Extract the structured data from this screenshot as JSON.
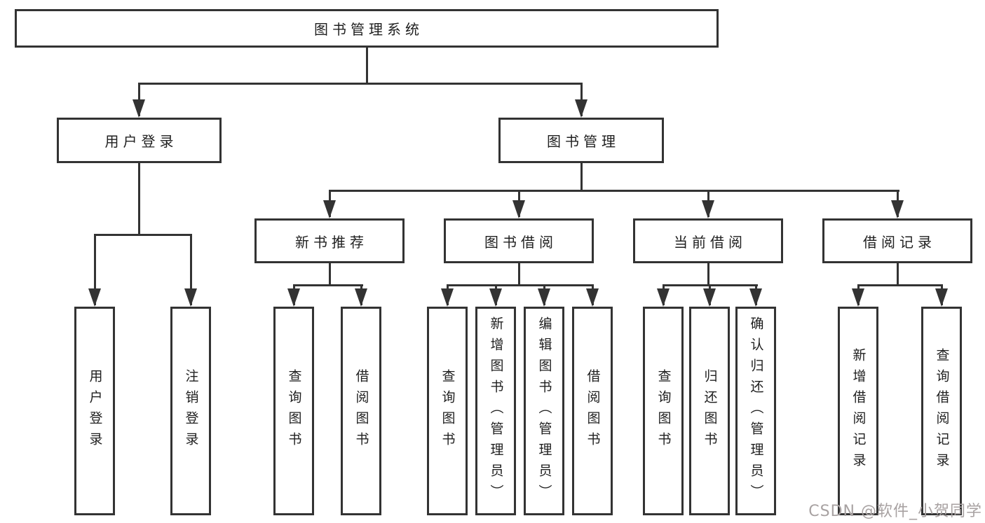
{
  "diagram_type": "hierarchy-tree",
  "tree": {
    "label": "图书管理系统",
    "children": [
      {
        "label": "用户登录",
        "children": [
          {
            "label": "用户登录"
          },
          {
            "label": "注销登录"
          }
        ]
      },
      {
        "label": "图书管理",
        "children": [
          {
            "label": "新书推荐",
            "children": [
              {
                "label": "查询图书"
              },
              {
                "label": "借阅图书"
              }
            ]
          },
          {
            "label": "图书借阅",
            "children": [
              {
                "label": "查询图书"
              },
              {
                "label": "新增图书（管理员）"
              },
              {
                "label": "编辑图书（管理员）"
              },
              {
                "label": "借阅图书"
              }
            ]
          },
          {
            "label": "当前借阅",
            "children": [
              {
                "label": "查询图书"
              },
              {
                "label": "归还图书"
              },
              {
                "label": "确认归还（管理员）"
              }
            ]
          },
          {
            "label": "借阅记录",
            "children": [
              {
                "label": "新增借阅记录"
              },
              {
                "label": "查询借阅记录"
              }
            ]
          }
        ]
      }
    ]
  },
  "watermark": {
    "text": "CSDN @软件_小贺同学"
  },
  "colors": {
    "background": "#ffffff",
    "line": "#333333",
    "text": "#1f1f1f",
    "watermark": "#a8a2a2"
  }
}
